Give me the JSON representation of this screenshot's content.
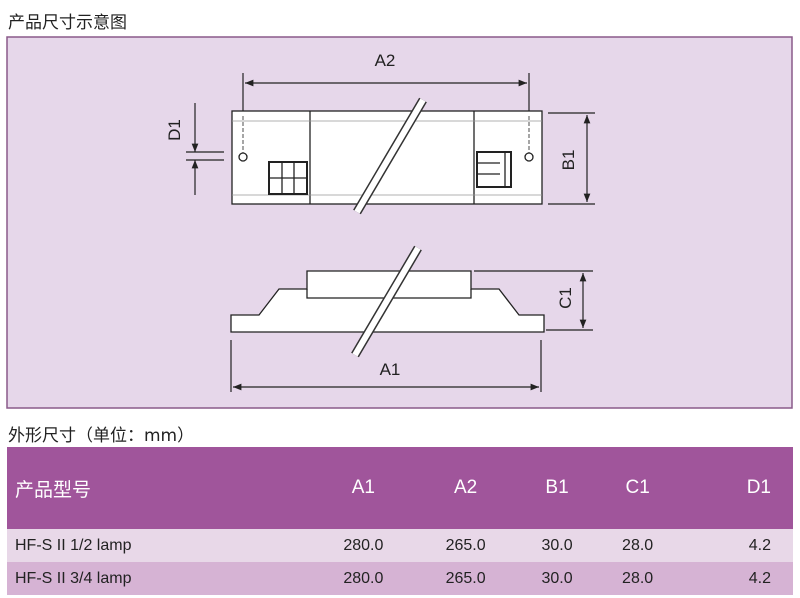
{
  "title": "产品尺寸示意图",
  "diagram": {
    "labels": {
      "a1": "A1",
      "a2": "A2",
      "b1": "B1",
      "c1": "C1",
      "d1": "D1"
    }
  },
  "table_title": "外形尺寸（单位：mm）",
  "table": {
    "headers": [
      "产品型号",
      "A1",
      "A2",
      "B1",
      "C1",
      "D1"
    ],
    "rows": [
      [
        "HF-S II 1/2 lamp",
        "280.0",
        "265.0",
        "30.0",
        "28.0",
        "4.2"
      ],
      [
        "HF-S II 3/4 lamp",
        "280.0",
        "265.0",
        "30.0",
        "28.0",
        "4.2"
      ]
    ]
  },
  "colors": {
    "header": "#a0559b",
    "panel": "#e6d7ea",
    "row1": "#e8d8e8",
    "row2": "#d6b3d4"
  }
}
